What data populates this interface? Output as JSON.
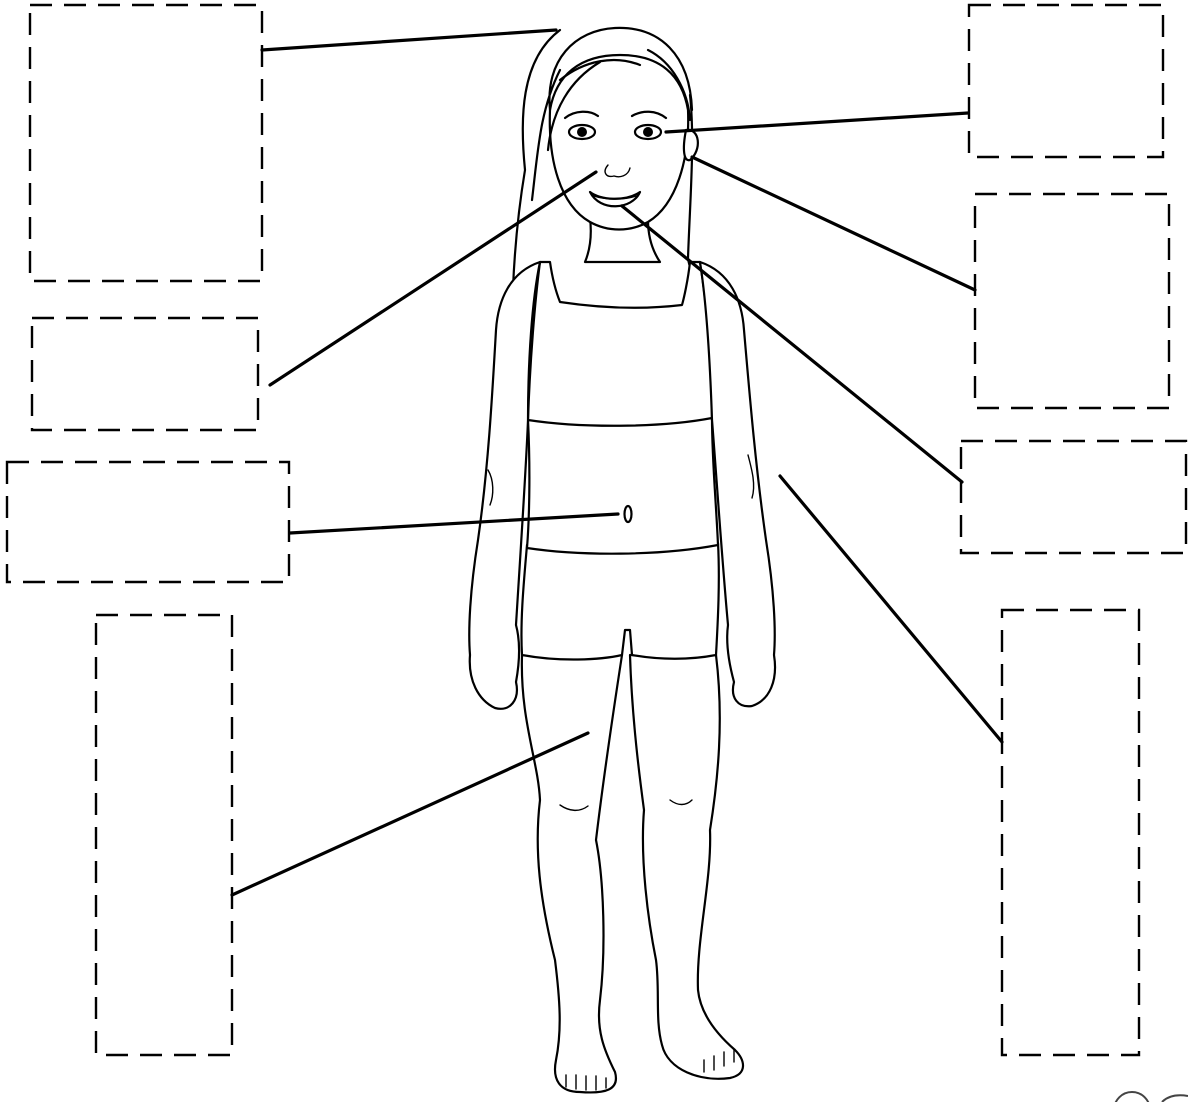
{
  "worksheet": {
    "label_boxes": [
      {
        "id": "hair",
        "answer": ""
      },
      {
        "id": "eye",
        "answer": ""
      },
      {
        "id": "ear",
        "answer": ""
      },
      {
        "id": "nose",
        "answer": ""
      },
      {
        "id": "mouth",
        "answer": ""
      },
      {
        "id": "belly-button",
        "answer": ""
      },
      {
        "id": "arm",
        "answer": ""
      },
      {
        "id": "leg",
        "answer": ""
      }
    ],
    "icon": "logo-circle-icon"
  }
}
